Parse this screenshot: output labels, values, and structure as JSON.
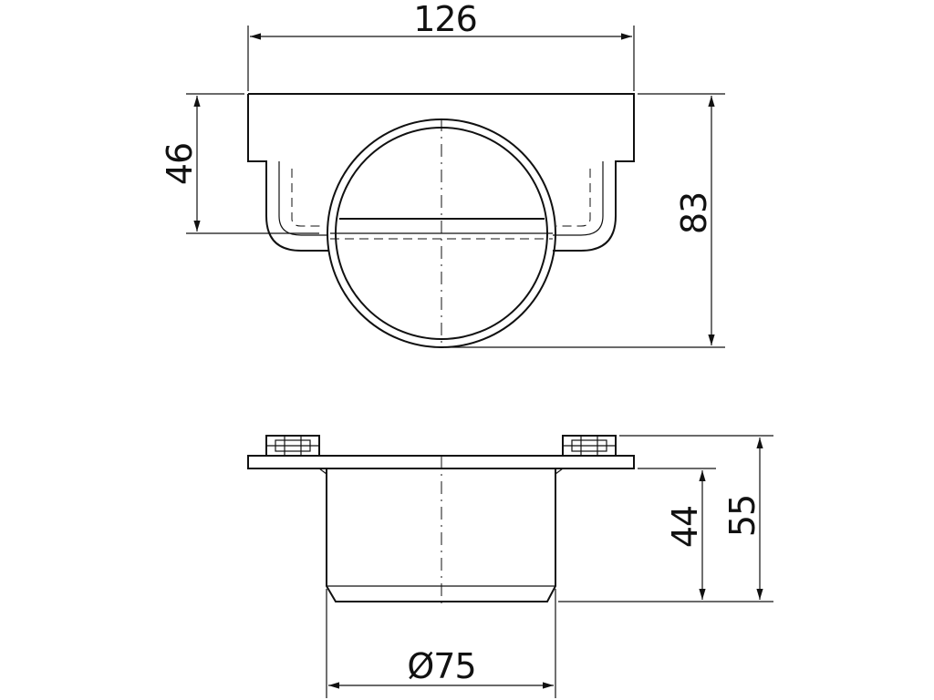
{
  "drawing": {
    "top_view": {
      "width_label": "126",
      "left_height_label": "46",
      "right_height_label": "83"
    },
    "side_view": {
      "height_inner_label": "44",
      "height_outer_label": "55",
      "diameter_label": "Ø75"
    }
  }
}
